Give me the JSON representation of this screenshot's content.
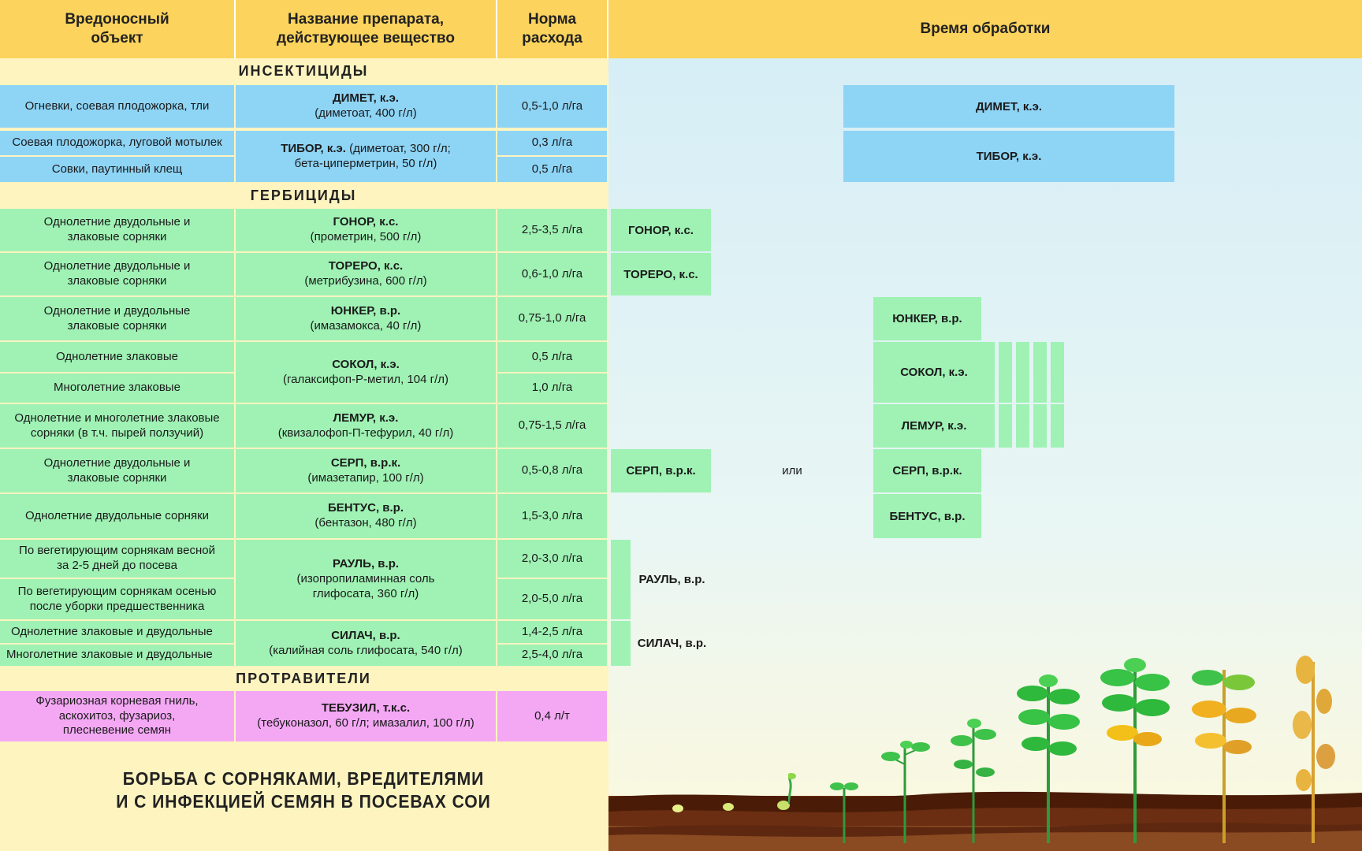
{
  "header": {
    "col_object": "Вредоносный объект",
    "col_product": "Название препарата, действующее вещество",
    "col_rate": "Норма расхода",
    "col_time": "Время обработки"
  },
  "sections": {
    "insecticides": "ИНСЕКТИЦИДЫ",
    "herbicides": "ГЕРБИЦИДЫ",
    "seed_treatments": "ПРОТРАВИТЕЛИ"
  },
  "rows": {
    "dimet": {
      "object": "Огневки, соевая плодожорка, тли",
      "product_name": "ДИМЕТ, к.э.",
      "product_substance": "(диметоат, 400 г/л)",
      "rate": "0,5-1,0 л/га"
    },
    "tibor": {
      "object_1": "Соевая плодожорка, луговой мотылек",
      "object_2": "Совки, паутинный клещ",
      "product_name": "ТИБОР, к.э.",
      "product_substance_1": "(диметоат, 300 г/л;",
      "product_substance_2": "бета-циперметрин, 50 г/л)",
      "rate_1": "0,3 л/га",
      "rate_2": "0,5 л/га"
    },
    "gonor": {
      "object": "Однолетние двудольные и злаковые сорняки",
      "product_name": "ГОНОР, к.с.",
      "product_substance": "(прометрин, 500 г/л)",
      "rate": "2,5-3,5 л/га"
    },
    "torero": {
      "object": "Однолетние двудольные и злаковые сорняки",
      "product_name": "ТОРЕРО, к.с.",
      "product_substance": "(метрибузина, 600 г/л)",
      "rate": "0,6-1,0 л/га"
    },
    "junker": {
      "object": "Однолетние и двудольные злаковые сорняки",
      "product_name": "ЮНКЕР, в.р.",
      "product_substance": "(имазамокса, 40 г/л)",
      "rate": "0,75-1,0 л/га"
    },
    "sokol": {
      "object_1": "Однолетние злаковые",
      "object_2": "Многолетние злаковые",
      "product_name": "СОКОЛ, к.э.",
      "product_substance": "(галаксифоп-Р-метил, 104 г/л)",
      "rate_1": "0,5 л/га",
      "rate_2": "1,0 л/га"
    },
    "lemur": {
      "object": "Однолетние и многолетние злаковые сорняки (в т.ч. пырей ползучий)",
      "product_name": "ЛЕМУР, к.э.",
      "product_substance": "(квизалофоп-П-тефурил, 40 г/л)",
      "rate": "0,75-1,5 л/га"
    },
    "serp": {
      "object": "Однолетние двудольные и злаковые сорняки",
      "product_name": "СЕРП, в.р.к.",
      "product_substance": "(имазетапир, 100 г/л)",
      "rate": "0,5-0,8 л/га"
    },
    "bentus": {
      "object": "Однолетние двудольные сорняки",
      "product_name": "БЕНТУС, в.р.",
      "product_substance": "(бентазон, 480 г/л)",
      "rate": "1,5-3,0 л/га"
    },
    "raul": {
      "object_1": "По вегетирующим сорнякам весной за 2-5 дней до посева",
      "object_2": "По вегетирующим сорнякам осенью после уборки предшественника",
      "product_name": "РАУЛЬ, в.р.",
      "product_substance_1": "(изопропиламинная соль",
      "product_substance_2": "глифосата, 360 г/л)",
      "rate_1": "2,0-3,0 л/га",
      "rate_2": "2,0-5,0 л/га"
    },
    "silach": {
      "object_1": "Однолетние злаковые и двудольные",
      "object_2": "Многолетние злаковые и двудольные",
      "product_name": "СИЛАЧ, в.р.",
      "product_substance": "(калийная соль глифосата, 540 г/л)",
      "rate_1": "1,4-2,5 л/га",
      "rate_2": "2,5-4,0 л/га"
    },
    "tebuzil": {
      "object": "Фузариозная корневая гниль, аскохитоз, фузариоз, плесневение семян",
      "product_name": "ТЕБУЗИЛ, т.к.с.",
      "product_substance": "(тебуконазол, 60 г/л; имазалил, 100 г/л)",
      "rate": "0,4 л/т"
    }
  },
  "timeline": {
    "dimet": "ДИМЕТ, к.э.",
    "tibor": "ТИБОР, к.э.",
    "gonor": "ГОНОР, к.с.",
    "torero": "ТОРЕРО, к.с.",
    "junker": "ЮНКЕР, в.р.",
    "sokol": "СОКОЛ, к.э.",
    "lemur": "ЛЕМУР, к.э.",
    "serp_early": "СЕРП, в.р.к.",
    "or": "или",
    "serp_late": "СЕРП, в.р.к.",
    "bentus": "БЕНТУС, в.р.",
    "raul": "РАУЛЬ, в.р.",
    "silach": "СИЛАЧ, в.р."
  },
  "title": {
    "line1": "БОРЬБА С СОРНЯКАМИ, ВРЕДИТЕЛЯМИ",
    "line2": "И С ИНФЕКЦИЕЙ СЕМЯН В ПОСЕВАХ СОИ"
  },
  "colors": {
    "header": "#fcd35c",
    "insecticide": "#8ed4f5",
    "herbicide": "#9ff2b4",
    "seed_treatment": "#f4a8f4",
    "background": "#fef4c0",
    "sky": "#e4f4f6",
    "soil": "#7a3a1a"
  }
}
